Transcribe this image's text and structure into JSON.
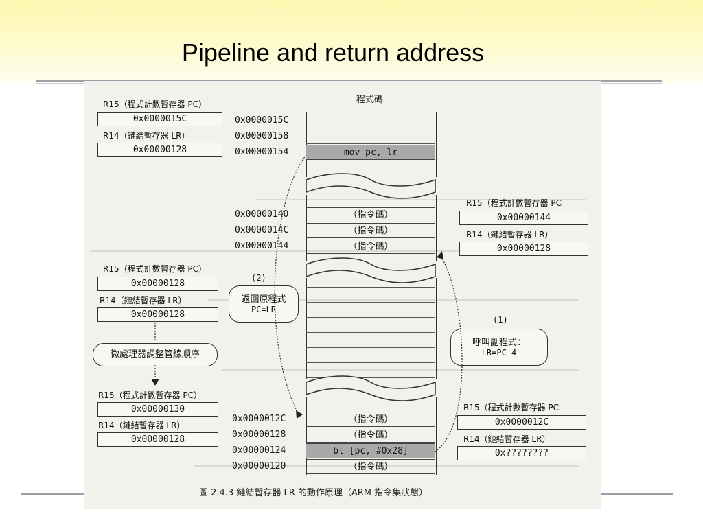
{
  "slide": {
    "title": "Pipeline and return address"
  },
  "figure": {
    "memory_title": "程式碼",
    "caption": "圖 2.4.3    鏈結暫存器 LR 的動作原理（ARM 指令集狀態）",
    "left_top": {
      "r15_label": "R15（程式計數暫存器 PC）",
      "r15_value": "0x0000015C",
      "r14_label": "R14（鏈結暫存器 LR）",
      "r14_value": "0x00000128"
    },
    "left_mid": {
      "r15_label": "R15（程式計數暫存器 PC）",
      "r15_value": "0x00000128",
      "r14_label": "R14（鏈結暫存器 LR）",
      "r14_value": "0x00000128"
    },
    "adjust_label": "微處理器調整管線順序",
    "left_bottom": {
      "r15_label": "R15（程式計數暫存器 PC）",
      "r15_value": "0x00000130",
      "r14_label": "R14（鏈結暫存器 LR）",
      "r14_value": "0x00000128"
    },
    "right_top": {
      "r15_label": "R15（程式計數暫存器 PC",
      "r15_value": "0x00000144",
      "r14_label": "R14（鏈結暫存器 LR）",
      "r14_value": "0x00000128"
    },
    "right_bottom": {
      "r15_label": "R15（程式計數暫存器 PC",
      "r15_value": "0x0000012C",
      "r14_label": "R14（鏈結暫存器 LR）",
      "r14_value": "0x????????"
    },
    "step2": {
      "tag": "(2)",
      "line1": "返回原程式",
      "line2": "PC=LR"
    },
    "step1": {
      "tag": "(1)",
      "line1": "呼叫副程式：",
      "line2": "LR=PC-4"
    },
    "top_block": {
      "addresses": [
        "0x0000015C",
        "0x00000158",
        "0x00000154"
      ],
      "instruction": "mov pc, lr"
    },
    "mid_block": {
      "addresses": [
        "0x00000140",
        "0x0000014C",
        "0x00000144"
      ],
      "cells": [
        "（指令碼）",
        "（指令碼）",
        "（指令碼）"
      ]
    },
    "bottom_block": {
      "addresses": [
        "0x0000012C",
        "0x00000128",
        "0x00000124",
        "0x00000120"
      ],
      "cells": [
        "（指令碼）",
        "（指令碼）",
        "bl [pc, #0x28]",
        "（指令碼）"
      ]
    }
  }
}
